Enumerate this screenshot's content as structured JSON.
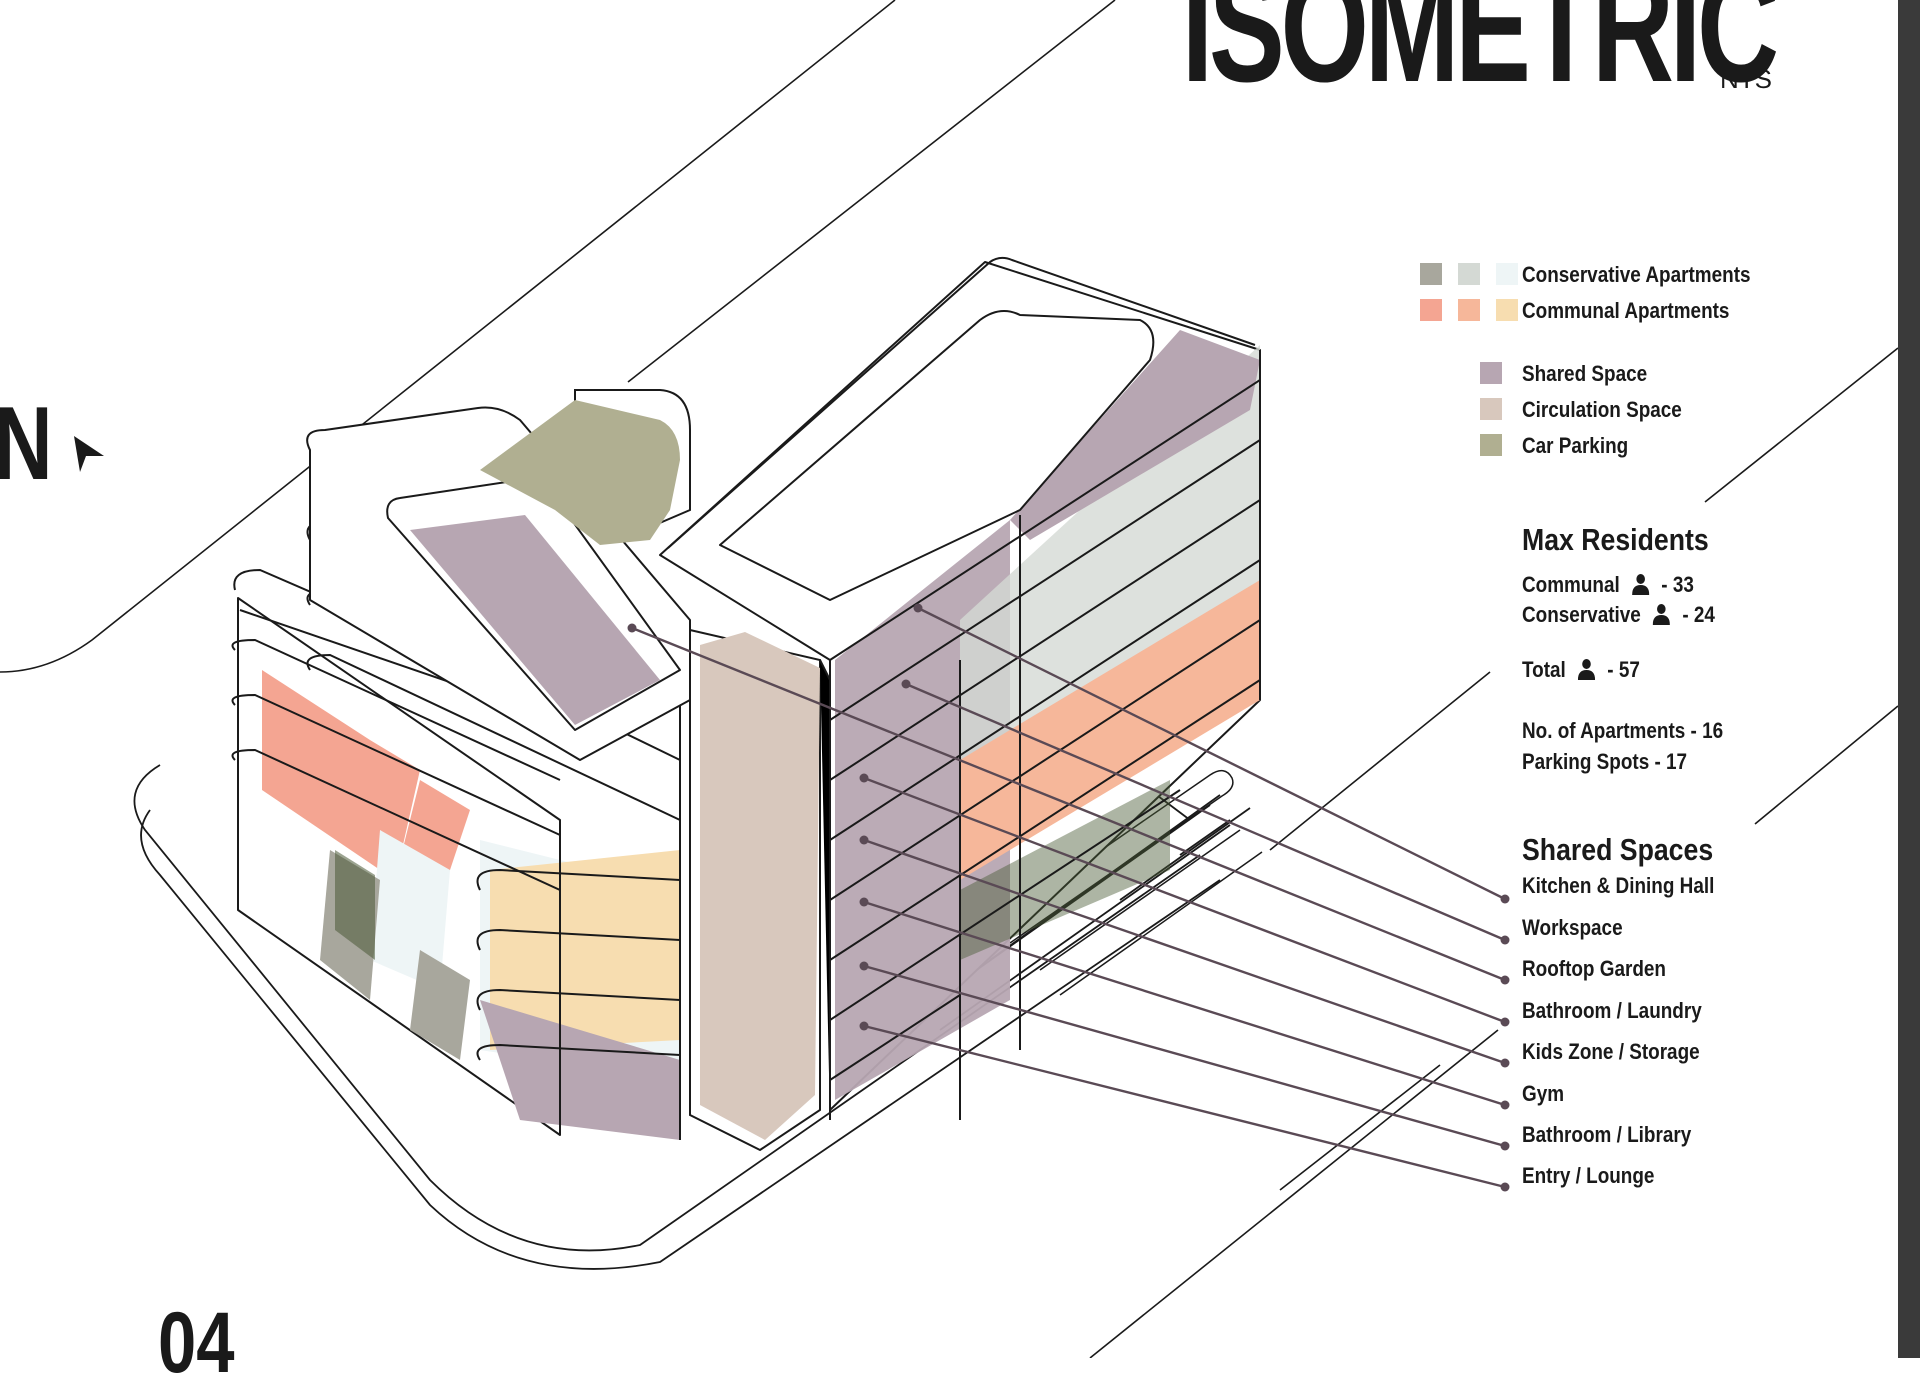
{
  "title": "ISOMETRIC",
  "scale_note": "NTS",
  "north_label": "N",
  "page_number": "04",
  "legend": {
    "apartment_groups": [
      {
        "label": "Conservative Apartments",
        "colors": [
          "#a8a79d",
          "#d4d9d4",
          "#eef5f6"
        ]
      },
      {
        "label": "Communal Apartments",
        "colors": [
          "#f4a592",
          "#f6b79a",
          "#f7ddb0"
        ]
      }
    ],
    "spaces": [
      {
        "label": "Shared Space",
        "color": "#b7a6b2"
      },
      {
        "label": "Circulation Space",
        "color": "#d8c8bd"
      },
      {
        "label": "Car Parking",
        "color": "#b0af91"
      }
    ]
  },
  "residents": {
    "heading": "Max Residents",
    "communal_label": "Communal",
    "communal_value": "-  33",
    "conservative_label": "Conservative",
    "conservative_value": "-  24",
    "total_label": "Total",
    "total_value": "-  57",
    "apartments": "No. of Apartments - 16",
    "parking": "Parking Spots - 17"
  },
  "shared_spaces": {
    "heading": "Shared Spaces",
    "items": [
      "Kitchen & Dining Hall",
      "Workspace",
      "Rooftop Garden",
      "Bathroom / Laundry",
      "Kids Zone / Storage",
      "Gym",
      "Bathroom / Library",
      "Entry / Lounge"
    ]
  },
  "colors": {
    "line": "#1a1a1a",
    "leader": "#5a4a55",
    "shared": "#b7a6b2",
    "circulation": "#d8c8bd",
    "parking": "#b0af91",
    "conservative_dark": "#a8a79d",
    "conservative_mid": "#d4d9d4",
    "conservative_light": "#eef5f6",
    "communal_red": "#f4a592",
    "communal_orange": "#f6b79a",
    "communal_yellow": "#f7ddb0"
  }
}
